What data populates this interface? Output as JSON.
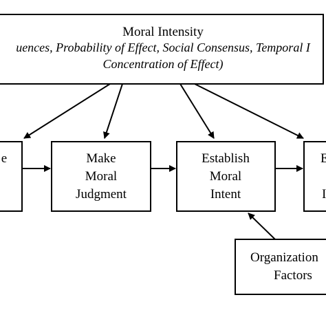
{
  "top_box": {
    "title": "Moral Intensity",
    "line2": "uences, Probability of Effect, Social Consensus, Temporal I",
    "line3": "Concentration of Effect)"
  },
  "boxes": {
    "left_partial": {
      "line1": "e"
    },
    "make_judgment": {
      "line1": "Make",
      "line2": "Moral",
      "line3": "Judgment"
    },
    "establish_intent": {
      "line1": "Establish",
      "line2": "Moral",
      "line3": "Intent"
    },
    "right_partial": {
      "line1": "E",
      "line2": "I"
    },
    "org_factors": {
      "line1": "Organization",
      "line2": "Factors"
    }
  }
}
